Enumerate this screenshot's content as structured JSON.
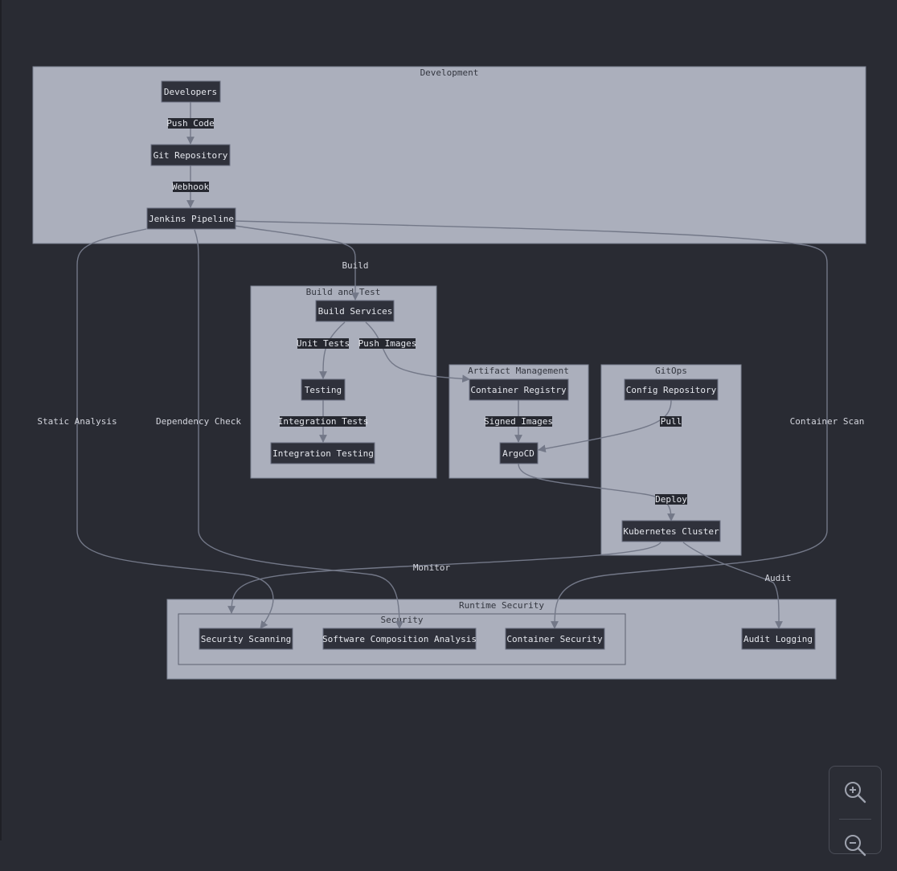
{
  "clusters": {
    "development": "Development",
    "build_and_test": "Build and Test",
    "artifact_management": "Artifact Management",
    "gitops": "GitOps",
    "runtime_security": "Runtime Security",
    "security": "Security"
  },
  "nodes": {
    "developers": "Developers",
    "git_repository": "Git Repository",
    "jenkins_pipeline": "Jenkins Pipeline",
    "build_services": "Build Services",
    "testing": "Testing",
    "integration_testing": "Integration Testing",
    "container_registry": "Container Registry",
    "argocd": "ArgoCD",
    "config_repository": "Config Repository",
    "kubernetes_cluster": "Kubernetes Cluster",
    "security_scanning": "Security Scanning",
    "software_composition_analysis": "Software Composition Analysis",
    "container_security": "Container Security",
    "audit_logging": "Audit Logging"
  },
  "edges": {
    "push_code": "Push Code",
    "webhook": "Webhook",
    "build": "Build",
    "unit_tests": "Unit Tests",
    "push_images": "Push Images",
    "integration_tests": "Integration Tests",
    "signed_images": "Signed Images",
    "pull": "Pull",
    "deploy": "Deploy",
    "static_analysis": "Static Analysis",
    "dependency_check": "Dependency Check",
    "container_scan": "Container Scan",
    "monitor": "Monitor",
    "audit": "Audit"
  },
  "controls": {
    "zoom_in_icon": "zoom-in",
    "zoom_out_icon": "zoom-out"
  }
}
